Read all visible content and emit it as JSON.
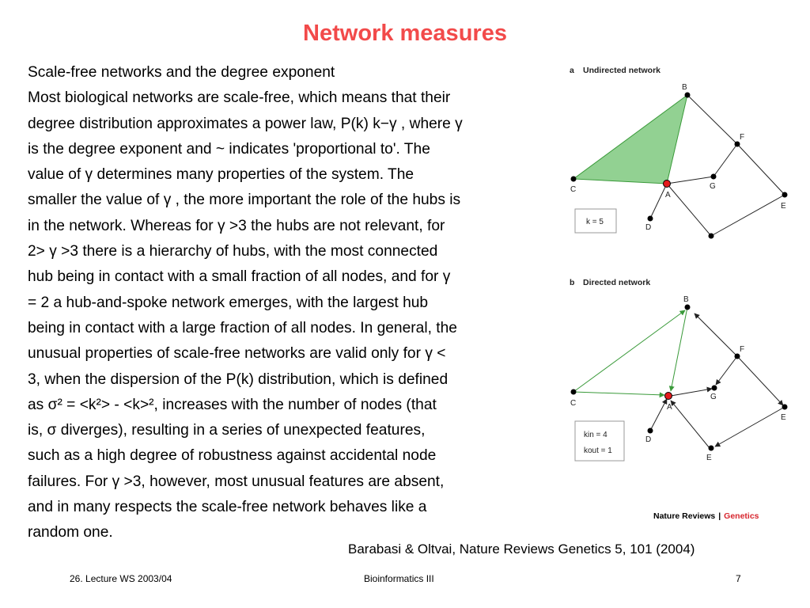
{
  "slide": {
    "title": "Network measures",
    "intro_heading": "Scale-free networks and the degree exponent",
    "paragraph_lines": [
      "Most biological networks are scale-free, which means that their",
      "degree distribution approximates a power law, P(k)   k−γ , where γ",
      "is the degree exponent and ~  indicates 'proportional to'. The",
      "value of γ determines many properties of the system. The",
      "smaller the value of γ , the more important the role of the hubs is",
      "in the network. Whereas for γ >3 the hubs are not relevant, for",
      "2> γ >3 there is a hierarchy of hubs, with the most connected",
      "hub being in contact with a small fraction of all nodes, and for γ",
      "= 2 a hub-and-spoke network emerges, with the largest hub",
      "being in contact with a large fraction of all nodes. In general, the",
      "unusual properties of scale-free networks are valid only for γ <",
      "3, when the dispersion of the P(k) distribution, which is defined",
      "as   σ² = <k²> - <k>², increases with the number of nodes (that",
      "is, σ diverges), resulting in a series of unexpected features,",
      "such as a high degree of robustness against accidental node",
      "failures. For γ >3, however, most unusual features are absent,",
      "and in many respects the scale-free network behaves like a",
      "random one."
    ],
    "citation": "Barabasi & Oltvai, Nature Reviews Genetics 5, 101 (2004)"
  },
  "figure": {
    "panel_a_letter": "a",
    "panel_a_title": "Undirected network",
    "panel_b_letter": "b",
    "panel_b_title": "Directed network",
    "nodes": {
      "A": "A",
      "B": "B",
      "C": "C",
      "D": "D",
      "E": "E",
      "F": "F",
      "G": "G"
    },
    "panel_a_box": "k = 5",
    "panel_b_box_in": "kin = 4",
    "panel_b_box_out": "kout = 1",
    "source_name": "Nature Reviews",
    "source_sep": "|",
    "source_journal": "Genetics",
    "highlight_green": "#7fc97f",
    "hub_red": "#e31a1c"
  },
  "footer": {
    "left": "26. Lecture WS 2003/04",
    "center": "Bioinformatics III",
    "page": "7"
  }
}
